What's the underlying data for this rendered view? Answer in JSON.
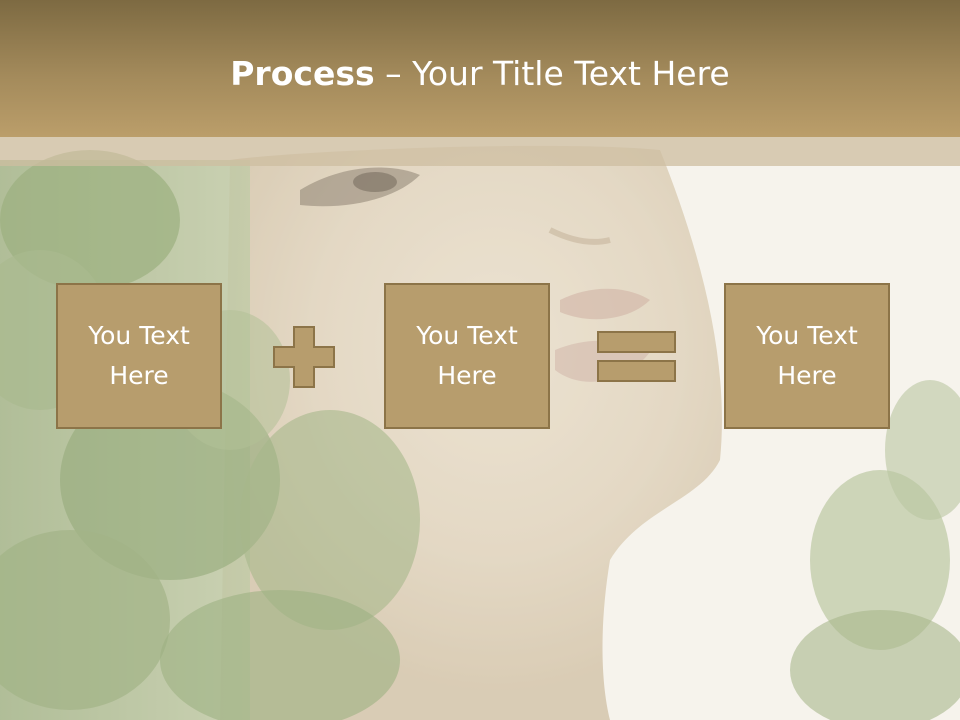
{
  "title": {
    "bold": "Process",
    "rest": " – Your Title Text Here"
  },
  "boxes": [
    {
      "label": "You Text\nHere"
    },
    {
      "label": "You Text\nHere"
    },
    {
      "label": "You Text\nHere"
    }
  ],
  "operators": {
    "first": "plus-icon",
    "second": "equals-icon"
  },
  "colors": {
    "header": "#a38a5b",
    "box_fill": "#b79d6d",
    "box_border": "#8c7448",
    "text": "#ffffff"
  }
}
